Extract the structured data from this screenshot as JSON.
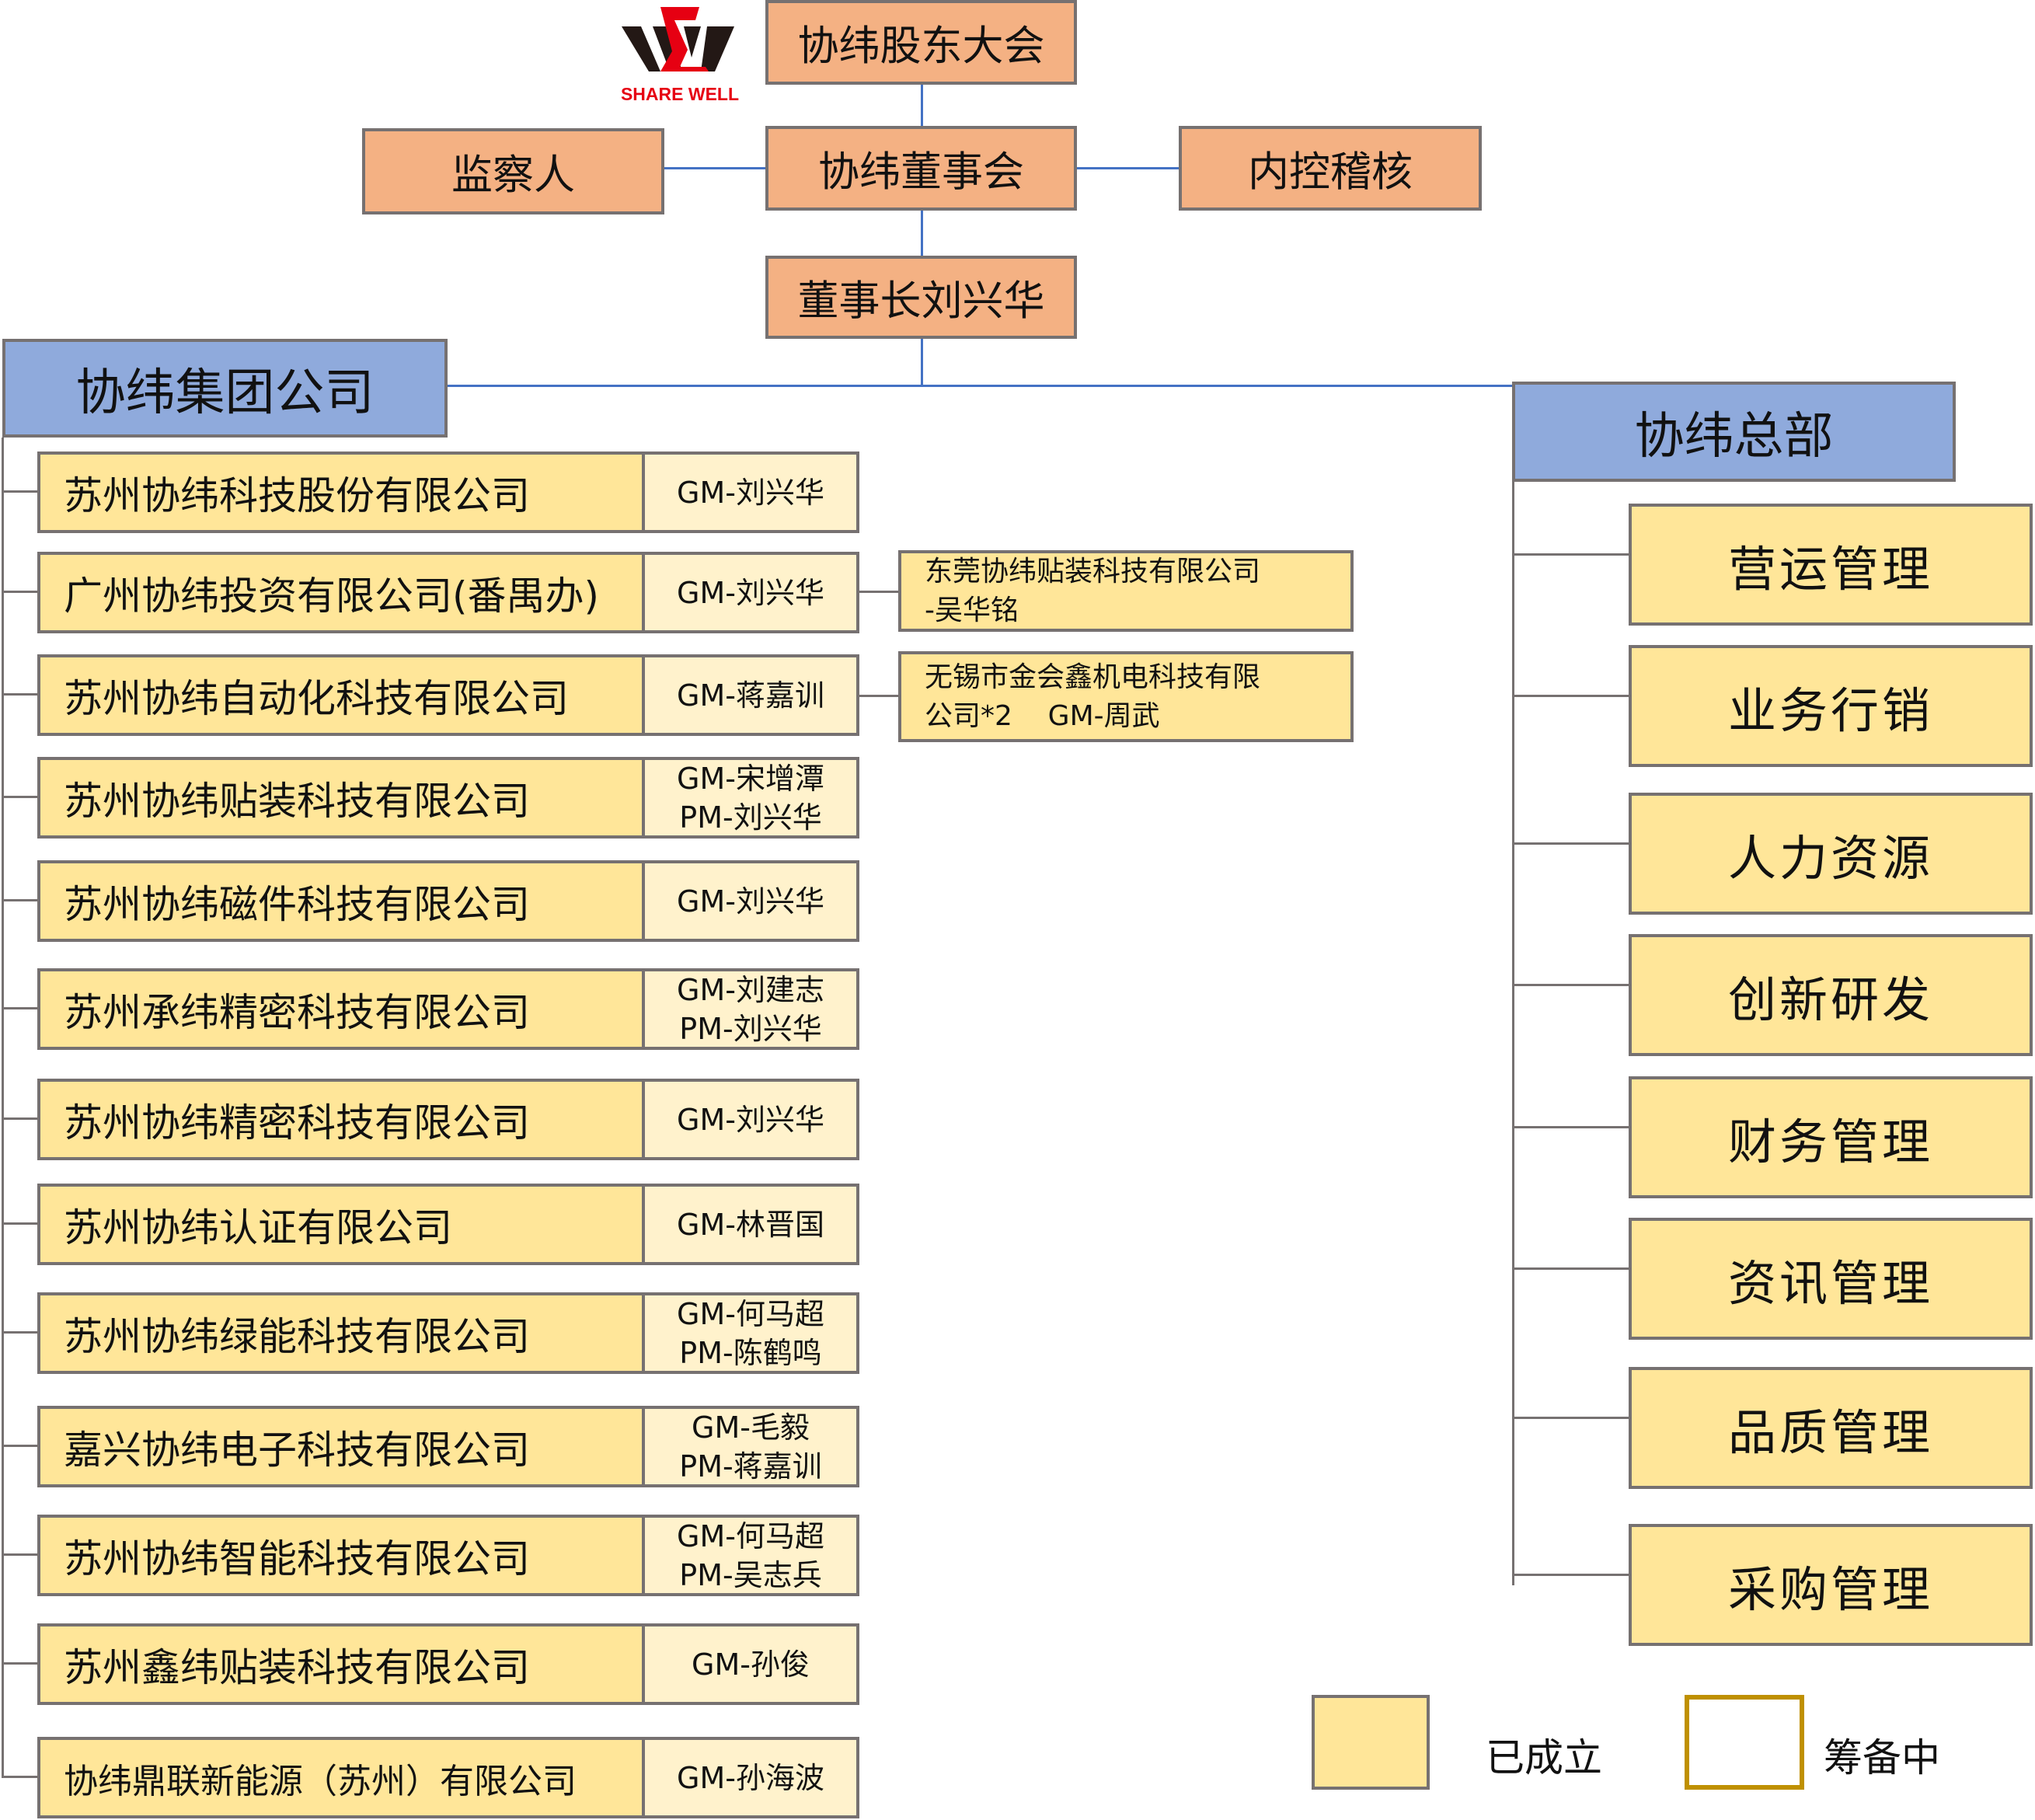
{
  "logo": {
    "text": "SHARE WELL"
  },
  "top": {
    "shareholders": "协纬股东大会",
    "board": "协纬董事会",
    "supervisor": "监察人",
    "audit": "内控稽核",
    "chairman": "董事长刘兴华"
  },
  "group": {
    "title": "协纬集团公司",
    "companies": [
      {
        "name": "苏州协纬科技股份有限公司",
        "gm": "GM-刘兴华"
      },
      {
        "name": "广州协纬投资有限公司(番禺办)",
        "gm": "GM-刘兴华"
      },
      {
        "name": "苏州协纬自动化科技有限公司",
        "gm": "GM-蒋嘉训"
      },
      {
        "name": "苏州协纬贴装科技有限公司",
        "gm": "GM-宋增潭\nPM-刘兴华"
      },
      {
        "name": "苏州协纬磁件科技有限公司",
        "gm": "GM-刘兴华"
      },
      {
        "name": "苏州承纬精密科技有限公司",
        "gm": "GM-刘建志\nPM-刘兴华"
      },
      {
        "name": "苏州协纬精密科技有限公司",
        "gm": "GM-刘兴华"
      },
      {
        "name": "苏州协纬认证有限公司",
        "gm": "GM-林晋国"
      },
      {
        "name": "苏州协纬绿能科技有限公司",
        "gm": "GM-何马超\nPM-陈鹤鸣"
      },
      {
        "name": "嘉兴协纬电子科技有限公司",
        "gm": "GM-毛毅\nPM-蒋嘉训"
      },
      {
        "name": "苏州协纬智能科技有限公司",
        "gm": "GM-何马超\nPM-吴志兵"
      },
      {
        "name": "苏州鑫纬贴装科技有限公司",
        "gm": "GM-孙俊"
      },
      {
        "name": "协纬鼎联新能源（苏州）有限公司",
        "gm": "GM-孙海波"
      }
    ],
    "subsidiaries": [
      {
        "text": "东莞协纬贴装科技有限公司\n-吴华铭"
      },
      {
        "text": "无锡市金会鑫机电科技有限\n公司*2    GM-周武"
      }
    ]
  },
  "hq": {
    "title": "协纬总部",
    "departments": [
      "营运管理",
      "业务行销",
      "人力资源",
      "创新研发",
      "财务管理",
      "资讯管理",
      "品质管理",
      "采购管理"
    ]
  },
  "legend": {
    "established": "已成立",
    "preparing": "筹备中"
  },
  "colors": {
    "orange": "#F4B183",
    "blue": "#8FAADC",
    "yellow": "#FFE699",
    "light": "#FFF2CC",
    "line": "#4472C4"
  }
}
